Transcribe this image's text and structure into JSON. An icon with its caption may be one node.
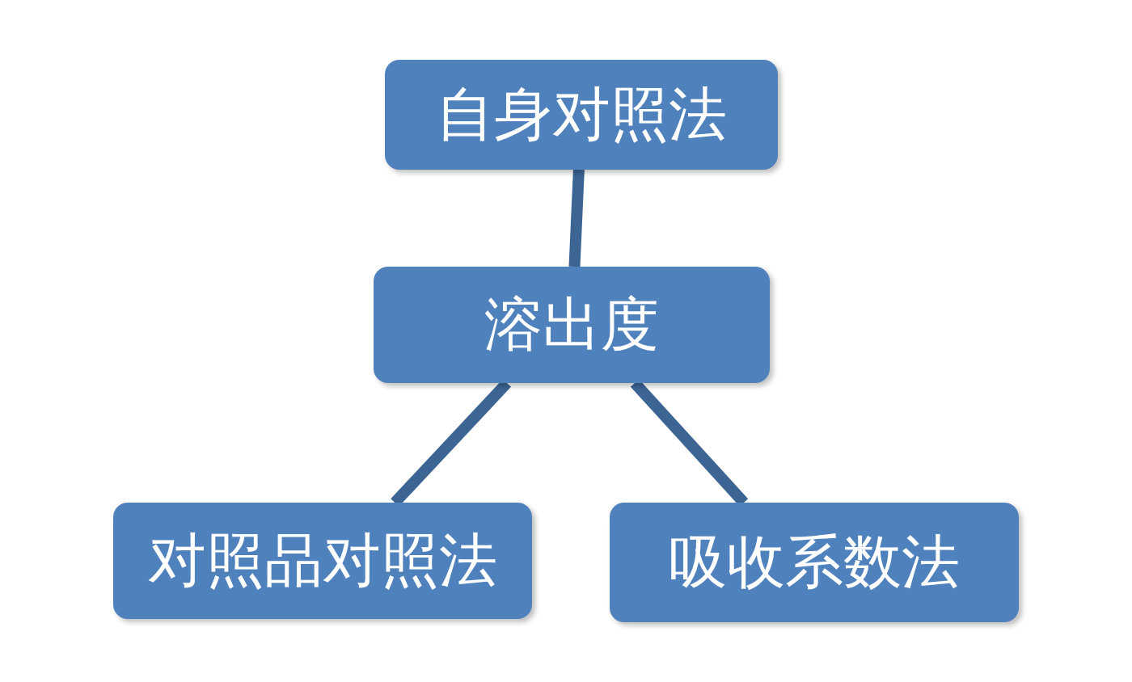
{
  "diagram": {
    "nodes": [
      {
        "text": [
          "自身对照法"
        ]
      },
      {
        "text": [
          "溶出度"
        ]
      },
      {
        "text": [
          "对照品对照法"
        ]
      },
      {
        "text": [
          "吸收系数法"
        ]
      }
    ],
    "edges": [
      {
        "from": 0,
        "to": 1,
        "arrow": "none"
      },
      {
        "from": 1,
        "to": 2,
        "arrow": "none"
      },
      {
        "from": 1,
        "to": 3,
        "arrow": "none"
      }
    ]
  }
}
